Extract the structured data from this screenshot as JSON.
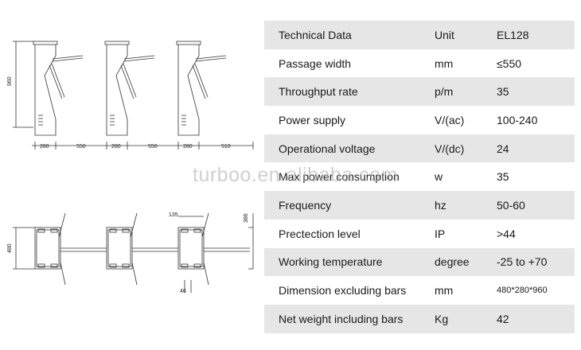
{
  "drawings": {
    "top_height_label": "960",
    "side_dims": [
      "280",
      "550",
      "280",
      "550",
      "280",
      "510"
    ],
    "plan_height_label": "480",
    "plan_width_label": "135",
    "plan_right_label": "386",
    "plan_bottom_label": "46"
  },
  "watermark": "turboo.en.alibaba.com",
  "table": {
    "rows": [
      {
        "param": "Technical Data",
        "unit": "Unit",
        "value": "EL128",
        "shade": true
      },
      {
        "param": "Passage width",
        "unit": "mm",
        "value": "≤550",
        "shade": false
      },
      {
        "param": "Throughput rate",
        "unit": "p/m",
        "value": "35",
        "shade": true
      },
      {
        "param": "Power supply",
        "unit": "V/(ac)",
        "value": "100-240",
        "shade": false
      },
      {
        "param": "Operational voltage",
        "unit": "V/(dc)",
        "value": "24",
        "shade": true
      },
      {
        "param": "Max power consumption",
        "unit": "w",
        "value": "35",
        "shade": false
      },
      {
        "param": "Frequency",
        "unit": "hz",
        "value": "50-60",
        "shade": true
      },
      {
        "param": "Prectection level",
        "unit": "IP",
        "value": ">44",
        "shade": false
      },
      {
        "param": "Working temperature",
        "unit": "degree",
        "value": "-25 to +70",
        "shade": true
      },
      {
        "param": "Dimension excluding bars",
        "unit": "mm",
        "value": "480*280*960",
        "shade": false,
        "small": true
      },
      {
        "param": "Net weight including bars",
        "unit": "Kg",
        "value": "42",
        "shade": true
      }
    ]
  }
}
